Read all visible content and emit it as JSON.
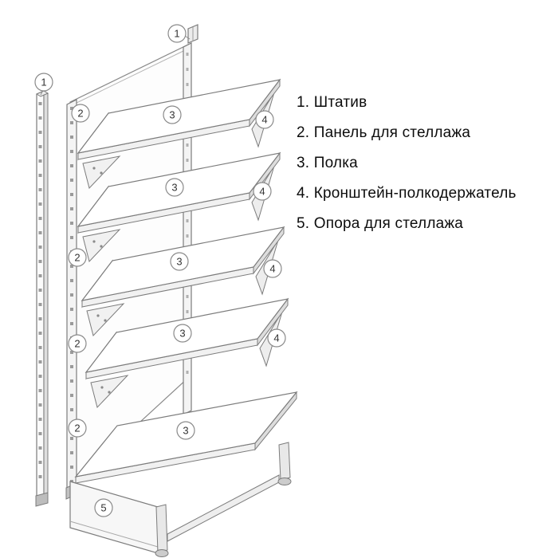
{
  "legend": {
    "items": [
      {
        "label": "1. Штатив"
      },
      {
        "label": "2. Панель для стеллажа"
      },
      {
        "label": "3. Полка"
      },
      {
        "label": "4. Кронштейн-полкодержатель"
      },
      {
        "label": "5. Опора для стеллажа"
      }
    ]
  },
  "diagram": {
    "callout_numbers": {
      "stand": "1",
      "panel": "2",
      "shelf": "3",
      "bracket": "4",
      "support": "5"
    }
  }
}
